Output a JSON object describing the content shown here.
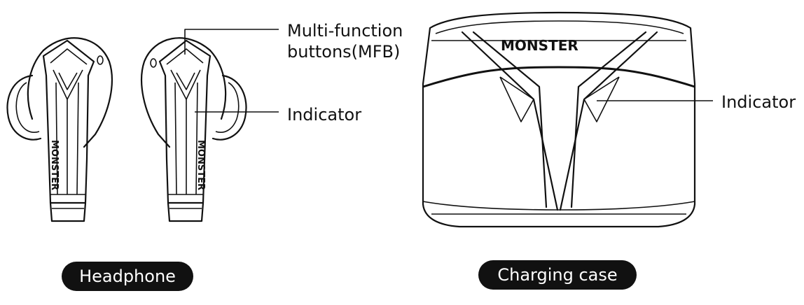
{
  "labels": {
    "mfb_line1": "Multi-function",
    "mfb_line2": "buttons(MFB)",
    "indicator_headphone": "Indicator",
    "indicator_case": "Indicator"
  },
  "brand": {
    "earbud_left": "MONSTER",
    "earbud_right": "MONSTER",
    "case": "MONSTER"
  },
  "captions": {
    "headphone": "Headphone",
    "charging_case": "Charging case"
  },
  "colors": {
    "line": "#111111",
    "pill_bg": "#111111",
    "pill_text": "#ffffff",
    "background": "#ffffff"
  }
}
